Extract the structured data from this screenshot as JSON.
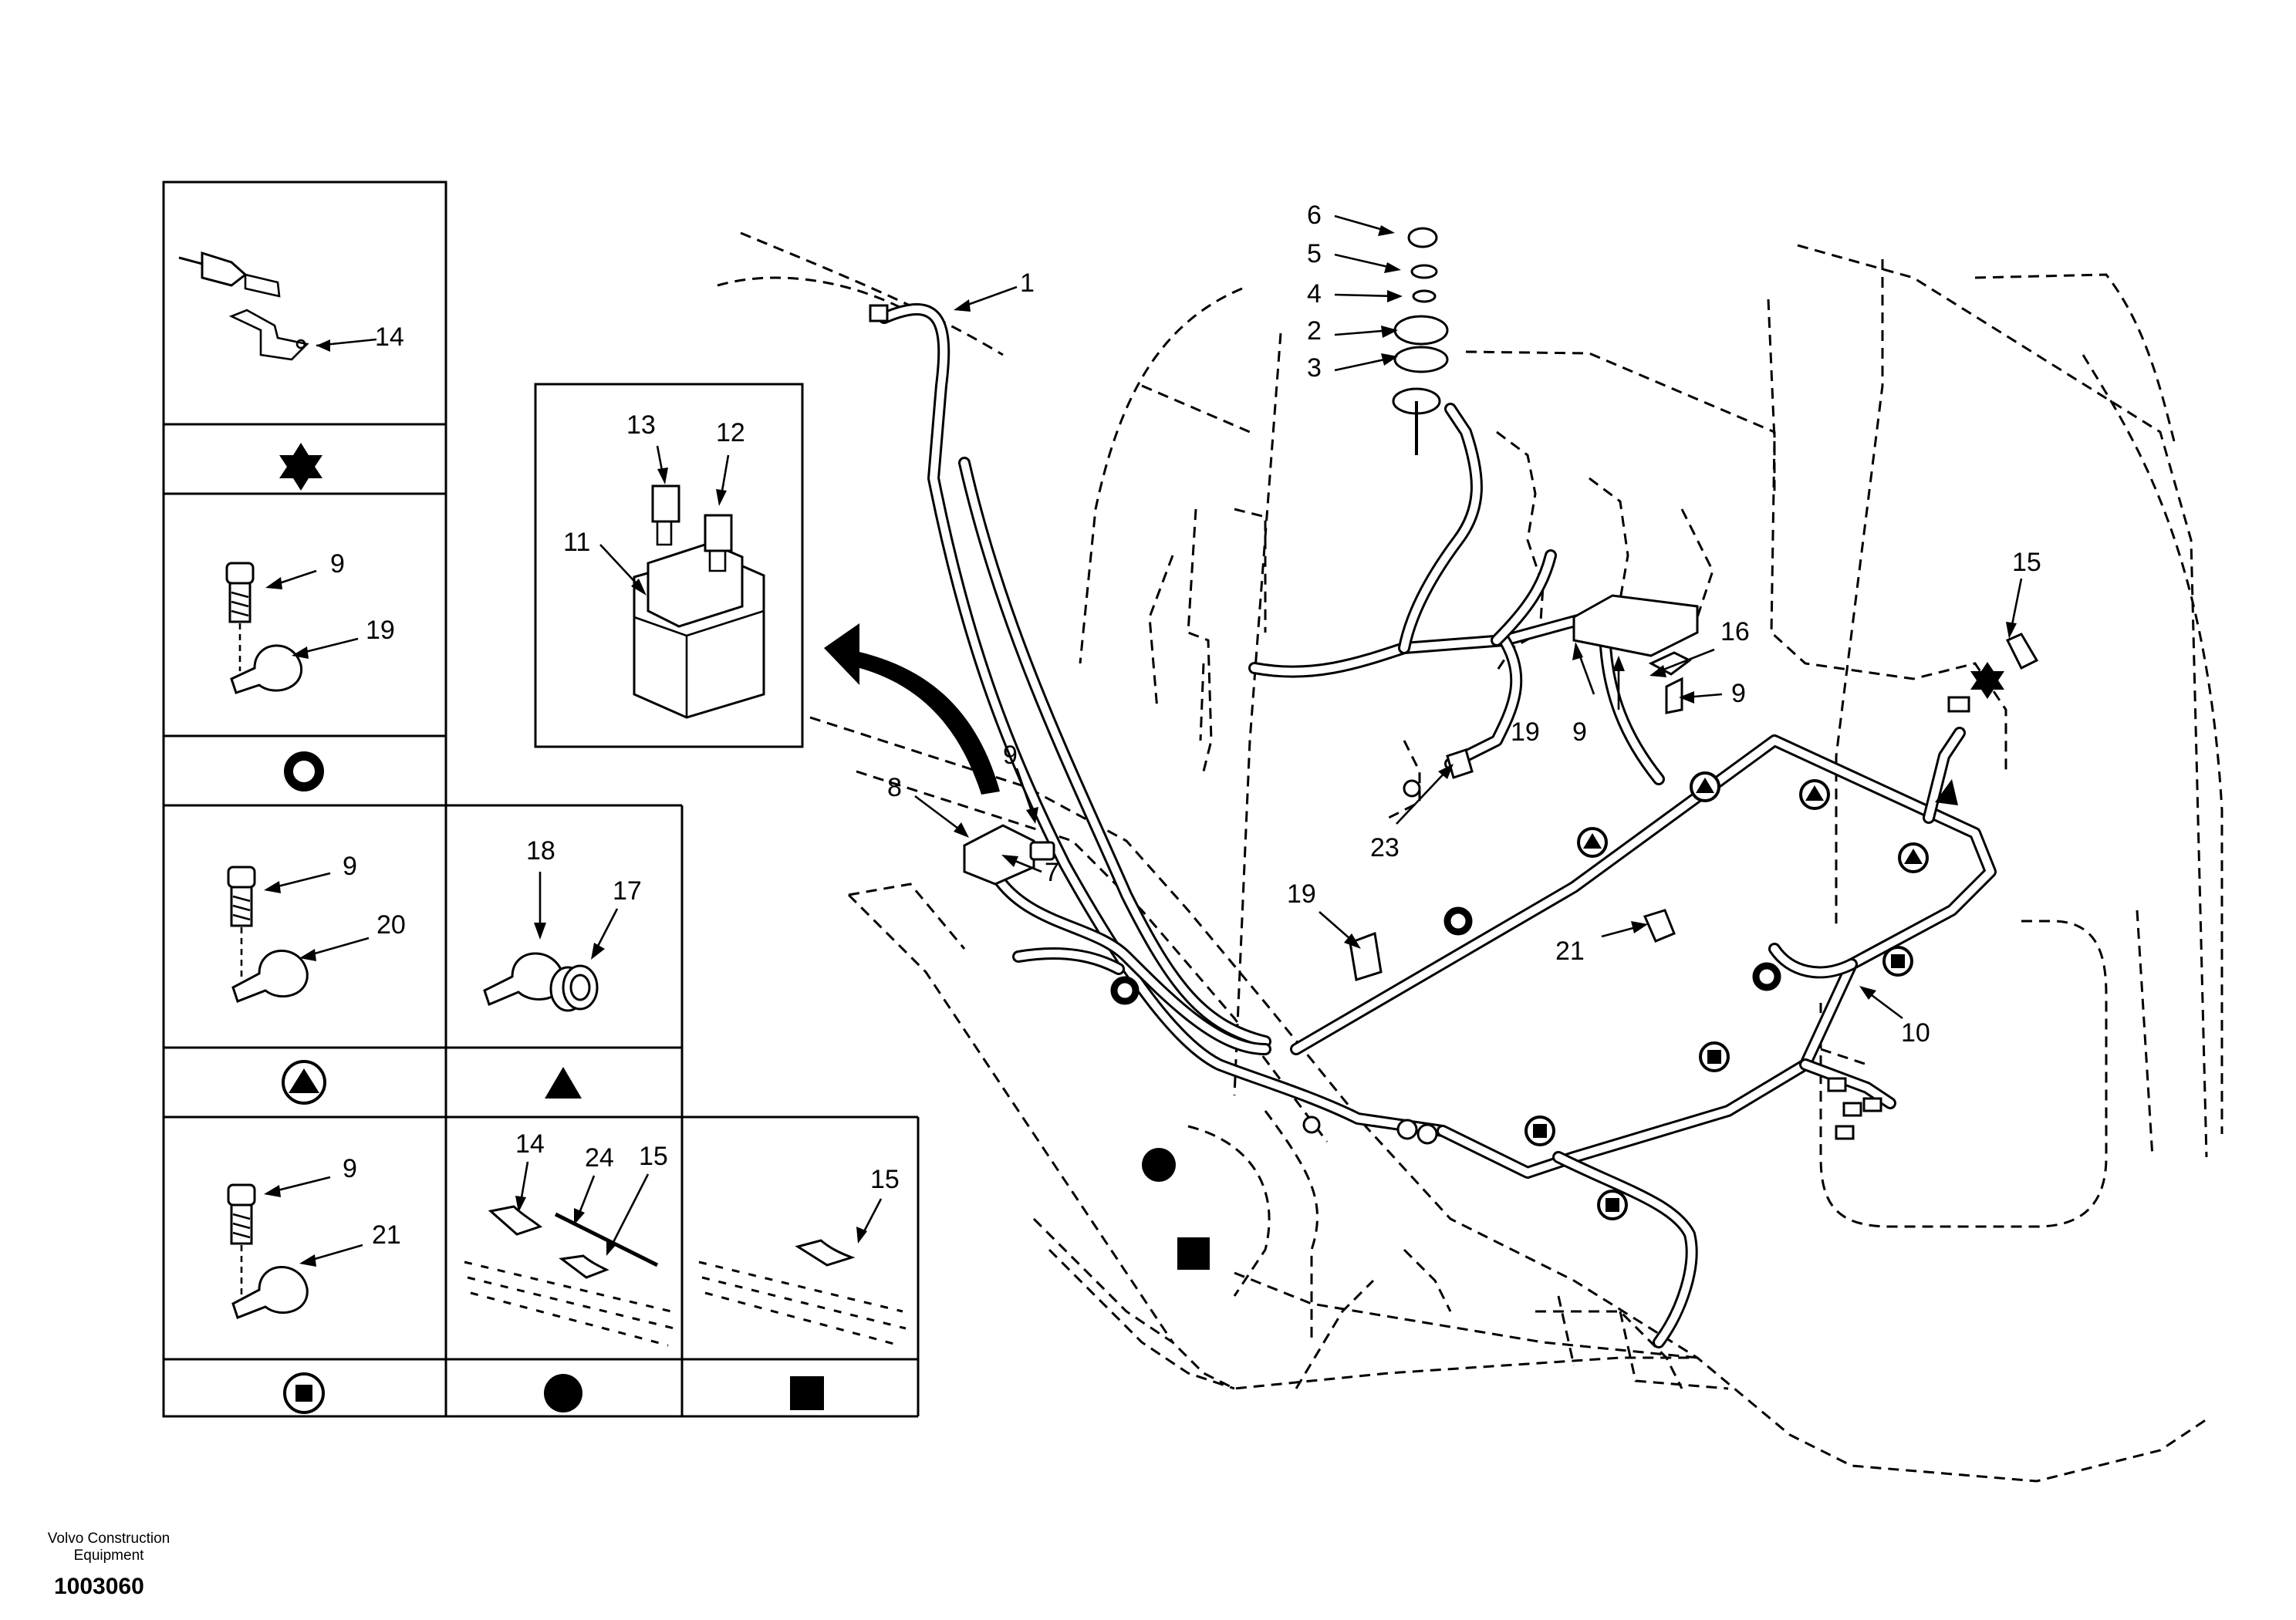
{
  "footer": {
    "brand_line1": "Volvo Construction",
    "brand_line2": "Equipment",
    "drawing_id": "1003060"
  },
  "callouts": {
    "c1": "1",
    "c2": "2",
    "c3": "3",
    "c4": "4",
    "c5": "5",
    "c6": "6",
    "c7": "7",
    "c8": "8",
    "c9a": "9",
    "c9b": "9",
    "c9c": "9",
    "c10": "10",
    "c11": "11",
    "c12": "12",
    "c13": "13",
    "c15": "15",
    "c16": "16",
    "c19a": "19",
    "c19b": "19",
    "c21": "21",
    "c23": "23"
  },
  "legend": {
    "star_panel": {
      "part": "14",
      "symbol": "star"
    },
    "ring_panel": {
      "parts": [
        "9",
        "19"
      ],
      "symbol": "ring"
    },
    "triangle_circle_panel": {
      "parts": [
        "9",
        "20"
      ],
      "symbol": "triangle-in-circle"
    },
    "triangle_panel": {
      "parts": [
        "18",
        "17"
      ],
      "symbol": "triangle"
    },
    "square_circle_panel": {
      "parts": [
        "9",
        "21"
      ],
      "symbol": "square-in-circle"
    },
    "dot_panel": {
      "parts": [
        "14",
        "24",
        "15"
      ],
      "symbol": "filled-circle"
    },
    "square_panel": {
      "part": "15",
      "symbol": "filled-square"
    }
  }
}
